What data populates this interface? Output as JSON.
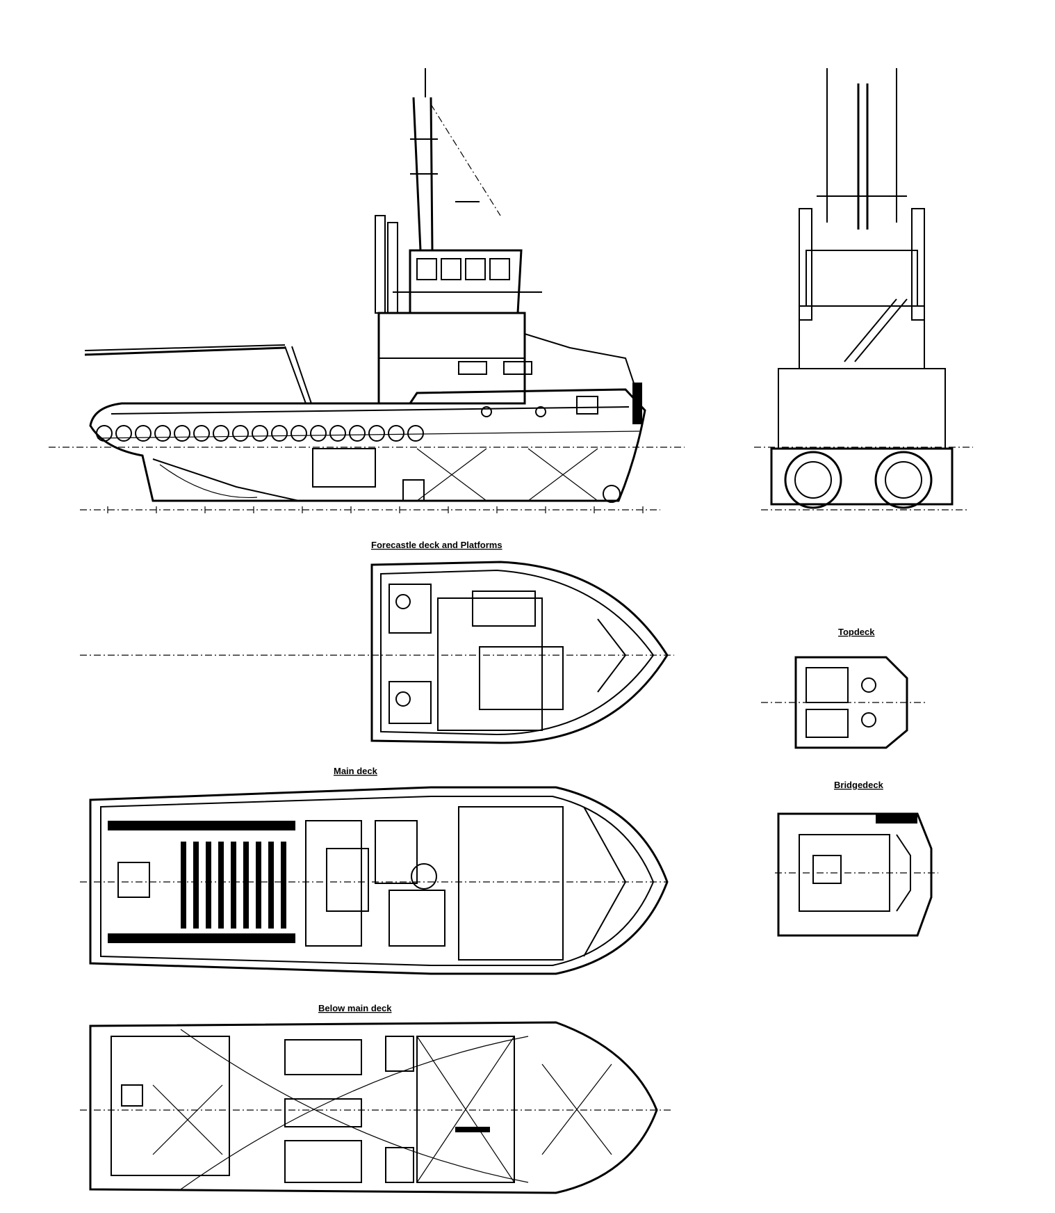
{
  "labels": {
    "forecastle": "Forecastle deck and Platforms",
    "main_deck": "Main deck",
    "below_main": "Below main deck",
    "topdeck": "Topdeck",
    "bridge": "Bridgedeck"
  },
  "colors": {
    "line": "#000000",
    "background": "#ffffff"
  }
}
